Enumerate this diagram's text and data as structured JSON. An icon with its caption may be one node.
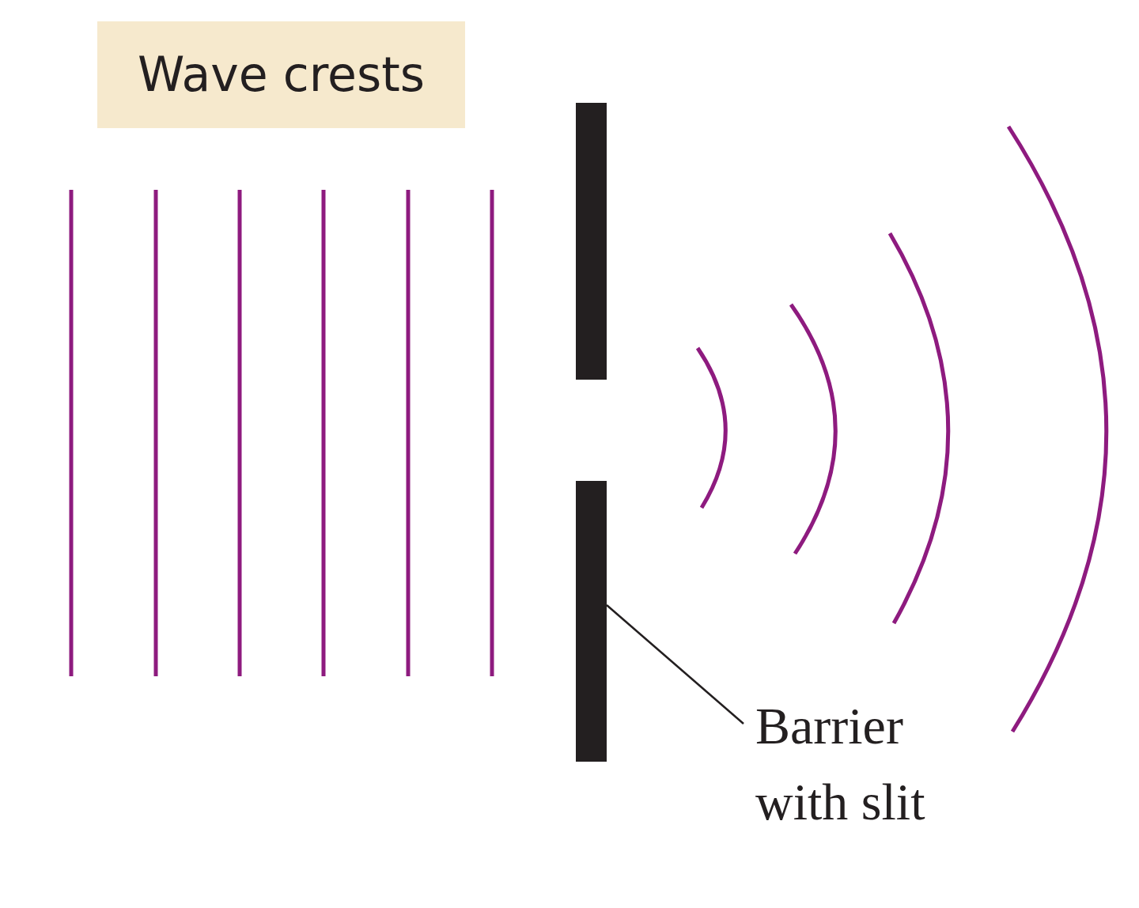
{
  "diagram": {
    "nodes": [
      {
        "text": [
          "Wave crests"
        ]
      },
      {
        "text": [],
        "shape": "bar"
      },
      {
        "text": [],
        "shape": "bar"
      },
      {
        "text": [
          "Barrier with slit"
        ]
      }
    ],
    "edges": [
      {
        "from": 3,
        "to": 2,
        "arrow": "none"
      }
    ]
  }
}
